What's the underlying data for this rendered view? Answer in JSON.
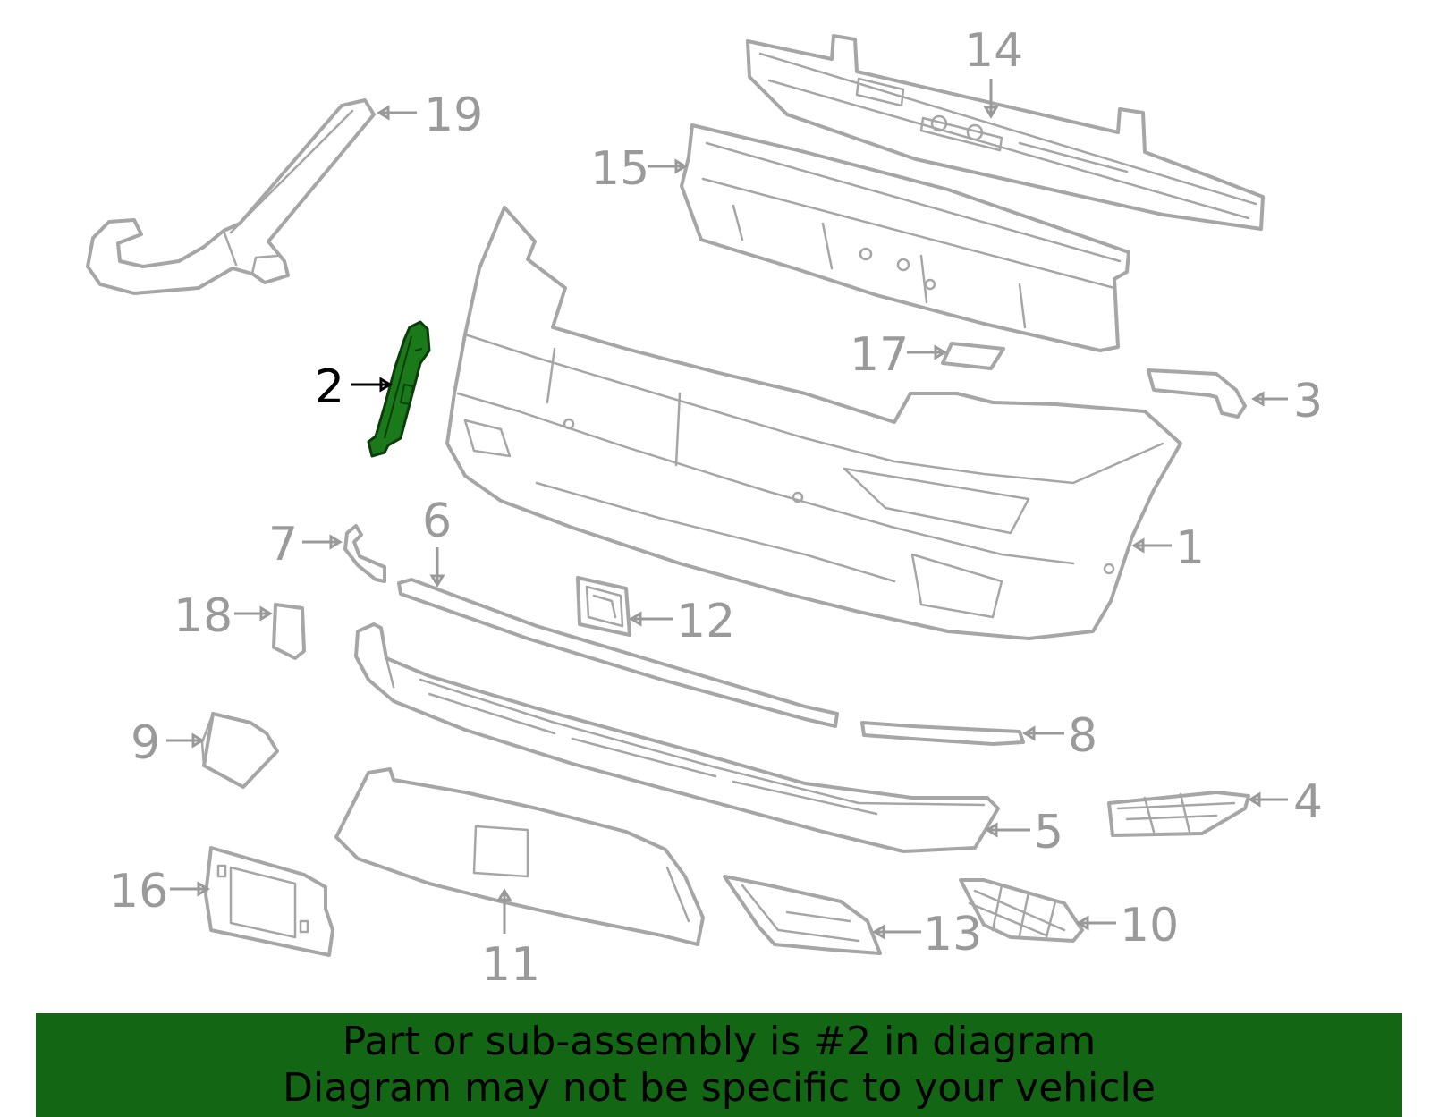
{
  "highlight_color": "#1a7a1a",
  "banner_color": "#136613",
  "callouts": [
    {
      "id": "1",
      "label": "1"
    },
    {
      "id": "2",
      "label": "2",
      "highlighted": true
    },
    {
      "id": "3",
      "label": "3"
    },
    {
      "id": "4",
      "label": "4"
    },
    {
      "id": "5",
      "label": "5"
    },
    {
      "id": "6",
      "label": "6"
    },
    {
      "id": "7",
      "label": "7"
    },
    {
      "id": "8",
      "label": "8"
    },
    {
      "id": "9",
      "label": "9"
    },
    {
      "id": "10",
      "label": "10"
    },
    {
      "id": "11",
      "label": "11"
    },
    {
      "id": "12",
      "label": "12"
    },
    {
      "id": "13",
      "label": "13"
    },
    {
      "id": "14",
      "label": "14"
    },
    {
      "id": "15",
      "label": "15"
    },
    {
      "id": "16",
      "label": "16"
    },
    {
      "id": "17",
      "label": "17"
    },
    {
      "id": "18",
      "label": "18"
    },
    {
      "id": "19",
      "label": "19"
    }
  ],
  "banner": {
    "line1": "Part or sub-assembly is #2 in diagram",
    "line2": "Diagram may not be specific to your vehicle"
  }
}
